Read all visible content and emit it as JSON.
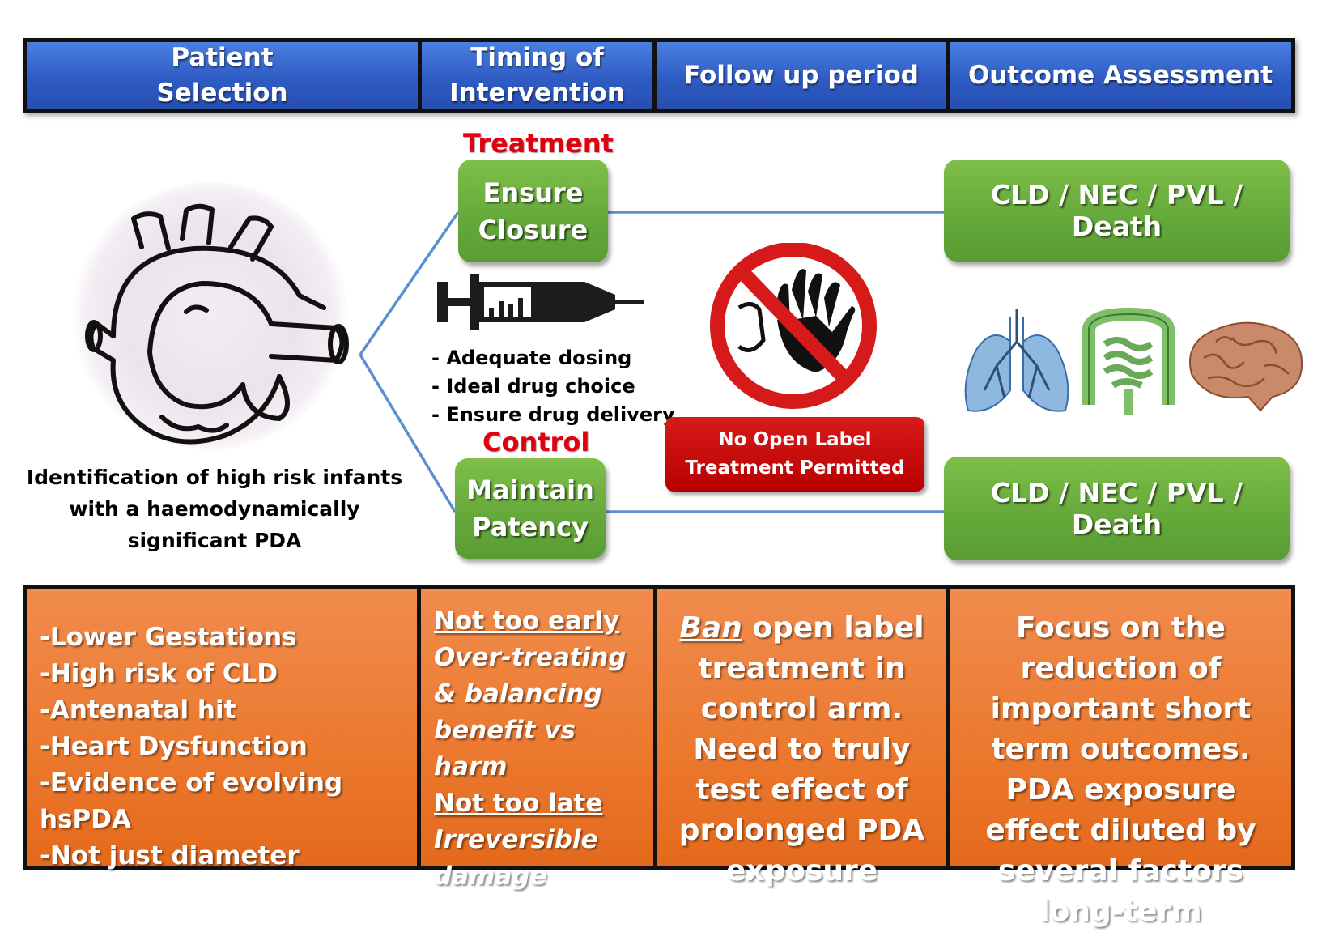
{
  "header": {
    "columns": [
      "Patient\nSelection",
      "Timing of\nIntervention",
      "Follow up period",
      "Outcome Assessment"
    ]
  },
  "patient": {
    "caption": "Identification of high risk infants\nwith a haemodynamically\nsignificant PDA",
    "icon": "heart-pda-icon"
  },
  "arms": {
    "treatment_label": "Treatment",
    "treatment_box": "Ensure\nClosure",
    "control_label": "Control",
    "control_box": "Maintain\nPatency",
    "syringe_icon": "syringe-icon",
    "bullets": [
      "- Adequate dosing",
      "- Ideal drug choice",
      "- Ensure drug delivery"
    ]
  },
  "follow_up": {
    "icon": "no-entry-hand-icon",
    "badge": "No Open Label\nTreatment Permitted"
  },
  "outcomes": {
    "top": "CLD / NEC / PVL / Death",
    "bottom": "CLD / NEC / PVL / Death",
    "organ_icons": [
      "lungs-icon",
      "intestine-icon",
      "brain-icon"
    ]
  },
  "bottom": {
    "selection_items": [
      "-Lower Gestations",
      "-High risk of CLD",
      "-Antenatal hit",
      "-Heart Dysfunction",
      "-Evidence of evolving hsPDA",
      "-Not just diameter"
    ],
    "timing": {
      "early_heading": "Not too early",
      "early_text": "Over-treating & balancing benefit vs harm",
      "late_heading": "Not too late",
      "late_text": "Irreversible damage"
    },
    "followup": {
      "ban": "Ban",
      "text": " open label treatment in control arm. Need to truly test effect of prolonged PDA exposure"
    },
    "outcome_text": "Focus on the reduction of important short term outcomes. PDA exposure effect diluted by several factors long-term"
  },
  "colors": {
    "header_blue": "#2f5fc8",
    "green": "#64a83a",
    "orange": "#ec7a30",
    "red": "#e0000e",
    "connector": "#5b8fd0"
  }
}
